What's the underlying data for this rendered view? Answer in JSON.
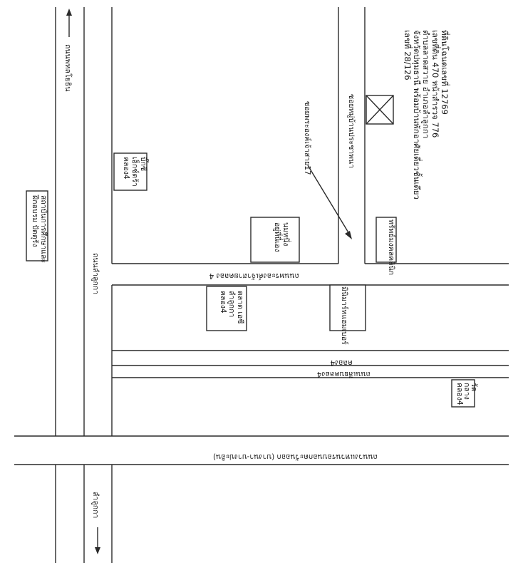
{
  "map": {
    "roads": {
      "phahonyothin": "ถนนพหลโยธิน",
      "lamlukka": "ถนนลำลูกกา",
      "lamlukka_short": "ลำลูกกา",
      "rangsit_khlong4": "ถนนพระองค์เจ้าสายคลอง 4",
      "khlong4": "คลอง4",
      "riverside_khlong4": "ถนนเลียบคลอง4",
      "bangna_outer": "ถนนวงแหวนรอบนอกตะวันออก (บางนา-บางปะอิน)",
      "soi": "ซอยพระองค์เจ้าสาย17",
      "village": "ซอยหมู่บ้านประชาพนา"
    },
    "places": {
      "school": [
        "สถาบันการศึกษาและ",
        "ฝึกอบรม ปัตตุรัง"
      ],
      "bigc": [
        "บิ๊กซี",
        "เอ็กซ์ตร้า",
        "คลอง4"
      ],
      "market": [
        "ตลาด เอซี",
        "ลำลูกกา",
        "คลอง4"
      ],
      "pizza": [
        "นมหนึ่ง",
        "อยู่ที่นี่เอง"
      ],
      "seven": [
        "มินิมาร์ทแฮมเบอร์"
      ],
      "pharmacy": [
        "ทรัพย์มงคลคลินิก"
      ],
      "temple": [
        "วัด",
        "กลาง",
        "คลอง4"
      ]
    },
    "property": [
      "ที่ดินโฉนดเลขที่ 12769",
      "เลขที่ดิน 470 หน้าสำรวจ 776",
      "ตำบลลาดสวาย อำเภอลำลูกกา",
      "จังหวัดปทุมธานี พร้อมบ้านพักอาศัยเดี่ยวชั้นเดียว",
      "เลขที่ 28/126"
    ]
  }
}
